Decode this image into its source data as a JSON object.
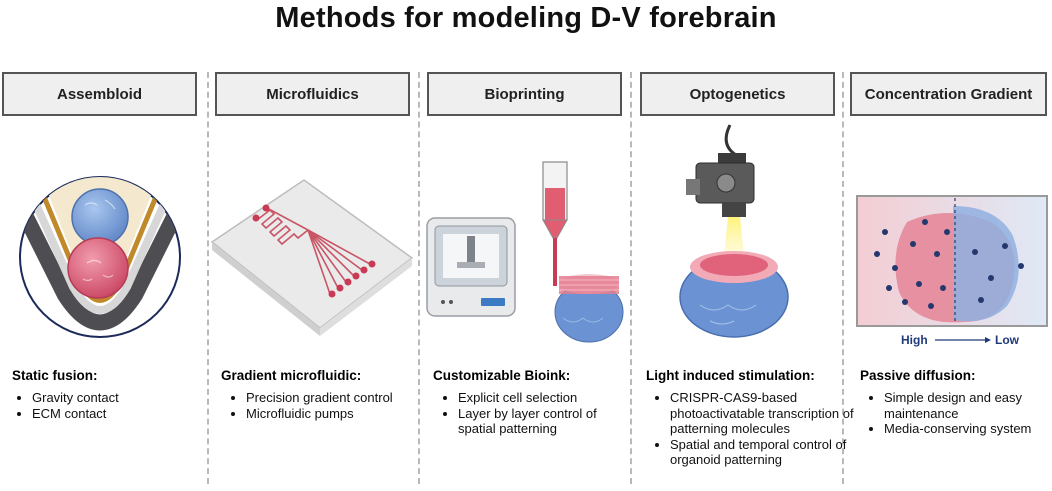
{
  "title": "Methods for modeling D-V forebrain",
  "columns": [
    {
      "header": "Assembloid",
      "method": "Static fusion:",
      "points": [
        "Gravity contact",
        "ECM contact"
      ]
    },
    {
      "header": "Microfluidics",
      "method": "Gradient microfluidic:",
      "points": [
        "Precision gradient control",
        "Microfluidic pumps"
      ]
    },
    {
      "header": "Bioprinting",
      "method": "Customizable Bioink:",
      "points": [
        "Explicit cell selection",
        "Layer by layer control of spatial patterning"
      ]
    },
    {
      "header": "Optogenetics",
      "method": "Light induced stimulation:",
      "points": [
        "CRISPR-CAS9-based photoactivatable transcription of patterning molecules",
        "Spatial and temporal control of organoid patterning"
      ]
    },
    {
      "header": "Concentration Gradient",
      "method": "Passive diffusion:",
      "points": [
        "Simple design and easy maintenance",
        "Media-conserving system"
      ]
    }
  ],
  "gradient_labels": {
    "high": "High",
    "low": "Low"
  },
  "colors": {
    "ventral_red": "#e0607a",
    "dorsal_blue": "#7aa3d8",
    "header_bg": "#efefef",
    "separator": "#b9b9b9"
  }
}
